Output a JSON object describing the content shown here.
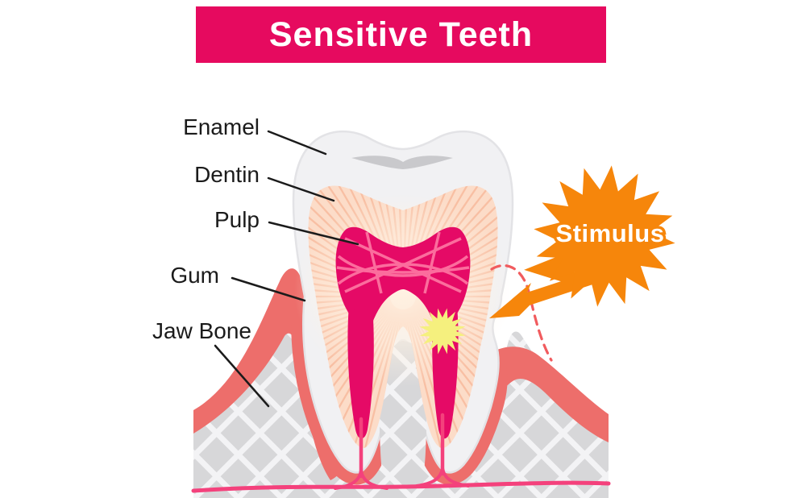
{
  "title": {
    "text": "Sensitive Teeth",
    "bg_color": "#E60A5F",
    "text_color": "#FFFFFF"
  },
  "labels": [
    {
      "id": "enamel",
      "text": "Enamel"
    },
    {
      "id": "dentin",
      "text": "Dentin"
    },
    {
      "id": "pulp",
      "text": "Pulp"
    },
    {
      "id": "gum",
      "text": "Gum"
    },
    {
      "id": "jaw_bone",
      "text": "Jaw Bone"
    }
  ],
  "stimulus": {
    "text": "Stimulus",
    "color": "#F6860B"
  },
  "colors": {
    "banner_pink": "#E60A5F",
    "gum_coral": "#ED6E6B",
    "bone_gray": "#D7D7D9",
    "bone_line_white": "#F3F3F5",
    "enamel_white": "#F1F1F3",
    "dentin_peach": "#FCDCC8",
    "dentin_stripe": "#F8BFA3",
    "pulp_pink": "#E50A66",
    "pulp_mesh": "#FB6D9D",
    "nerve_pink": "#F4417C",
    "pain_star_yellow": "#F5F07E",
    "stimulus_orange": "#F6860B",
    "receded_gum_dashed_red": "#F15B5E",
    "label_text": "#1B1B1B"
  }
}
